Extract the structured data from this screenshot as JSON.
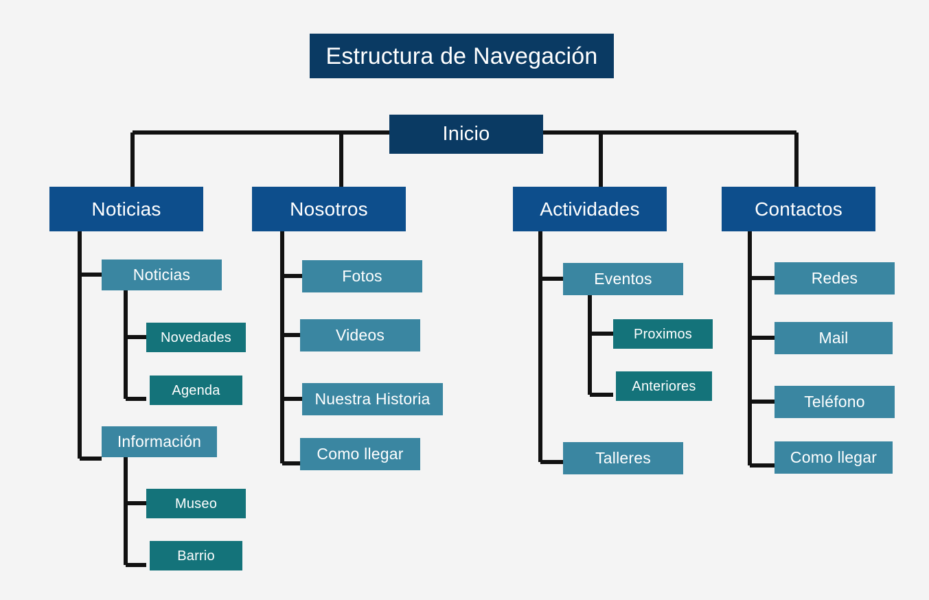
{
  "diagram": {
    "title": "Estructura de Navegación",
    "background_color": "#f4f4f4",
    "connector_color": "#111111",
    "palette": {
      "title": "#0a3a63",
      "root": "#0a3a63",
      "level1": "#0d4e8c",
      "level2": "#3a86a1",
      "level3": "#14737a",
      "text": "#ffffff"
    },
    "root": {
      "label": "Inicio"
    },
    "branches": [
      {
        "label": "Noticias",
        "children": [
          {
            "label": "Noticias",
            "children": [
              {
                "label": "Novedades"
              },
              {
                "label": "Agenda"
              }
            ]
          },
          {
            "label": "Información",
            "children": [
              {
                "label": "Museo"
              },
              {
                "label": "Barrio"
              }
            ]
          }
        ]
      },
      {
        "label": "Nosotros",
        "children": [
          {
            "label": "Fotos",
            "children": []
          },
          {
            "label": "Videos",
            "children": []
          },
          {
            "label": "Nuestra Historia",
            "children": []
          },
          {
            "label": "Como llegar",
            "children": []
          }
        ]
      },
      {
        "label": "Actividades",
        "children": [
          {
            "label": "Eventos",
            "children": [
              {
                "label": "Proximos"
              },
              {
                "label": "Anteriores"
              }
            ]
          },
          {
            "label": "Talleres",
            "children": []
          }
        ]
      },
      {
        "label": "Contactos",
        "children": [
          {
            "label": "Redes",
            "children": []
          },
          {
            "label": "Mail",
            "children": []
          },
          {
            "label": "Teléfono",
            "children": []
          },
          {
            "label": "Como llegar",
            "children": []
          }
        ]
      }
    ]
  }
}
